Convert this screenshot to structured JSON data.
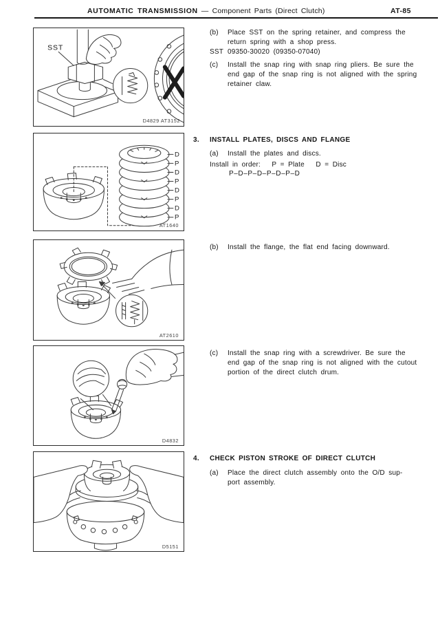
{
  "header": {
    "title_main": "AUTOMATIC TRANSMISSION",
    "title_sep": "—",
    "title_sub": "Component Parts (Direct Clutch)",
    "page_code": "AT-85"
  },
  "text": {
    "step_b1": {
      "label": "(b)",
      "lines": [
        "Place SST on the spring retainer, and compress the",
        "return spring with a shop press."
      ]
    },
    "sst_note": {
      "label": "SST",
      "value": "09350-30020 (09350-07040)"
    },
    "step_c1": {
      "label": "(c)",
      "lines": [
        "Install the snap ring with snap ring pliers. Be sure the",
        "end gap of the snap ring is not aligned with the spring",
        "retainer claw."
      ]
    },
    "section3": {
      "number": "3.",
      "title": "INSTALL PLATES, DISCS AND FLANGE",
      "step_a": {
        "label": "(a)",
        "lines": [
          "Install the plates and discs."
        ]
      },
      "order_line": "Install in order:   P = Plate   D = Disc",
      "sequence": "P–D–P–D–P–D–P–D"
    },
    "step_b2": {
      "label": "(b)",
      "lines": [
        "Install the flange, the flat end facing downward."
      ]
    },
    "step_c2": {
      "label": "(c)",
      "lines": [
        "Install the snap ring with a screwdriver. Be sure the",
        "end gap of the snap ring is not aligned with the cutout",
        "portion of the direct clutch drum."
      ]
    },
    "section4": {
      "number": "4.",
      "title": "CHECK PISTON STROKE OF DIRECT CLUTCH",
      "step_a": {
        "label": "(a)",
        "lines": [
          "Place the direct clutch assembly onto the O/D sup-",
          "port assembly."
        ]
      }
    }
  },
  "figures": {
    "fig1": {
      "code": "D4829 AT3152",
      "callout": "SST"
    },
    "fig2": {
      "code": "AT1640",
      "stack_labels": [
        "D",
        "P",
        "D",
        "P",
        "D",
        "P",
        "D",
        "P"
      ]
    },
    "fig3": {
      "code": "AT2610"
    },
    "fig4": {
      "code": "D4832"
    },
    "fig5": {
      "code": "D5151"
    }
  }
}
